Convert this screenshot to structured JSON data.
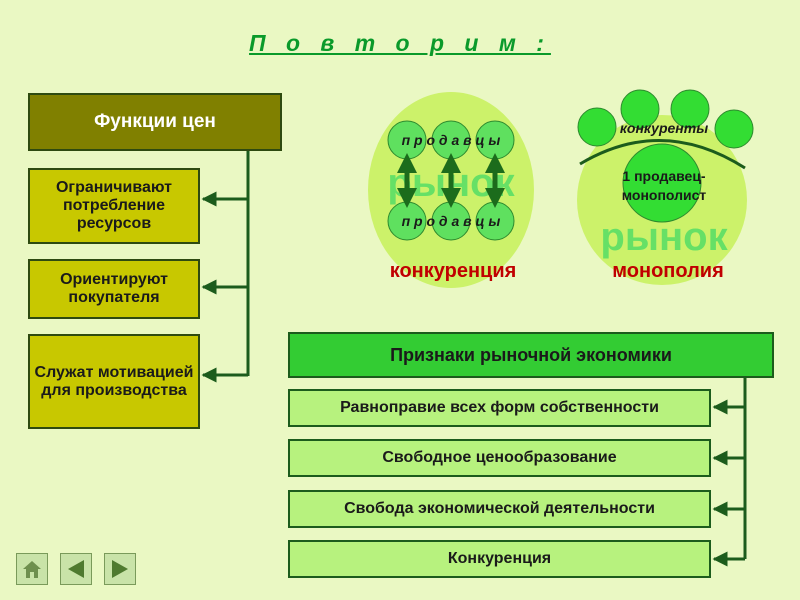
{
  "title": "П о в т о р и м :",
  "functions": {
    "header": "Функции цен",
    "items": [
      "Ограничивают потребление ресурсов",
      "Ориентируют покупателя",
      "Служат мотивацией для производства"
    ]
  },
  "competition": {
    "sellers_top": "п р о д а в ц ы",
    "sellers_bottom": "п р о д а в ц ы",
    "market_word": "рынок",
    "caption": "конкуренция"
  },
  "monopoly": {
    "competitors": "конкуренты",
    "monopolist": "1 продавец-монополист",
    "market_word": "рынок",
    "caption": "монополия"
  },
  "signs": {
    "header": "Признаки рыночной экономики",
    "items": [
      "Равноправие всех форм собственности",
      "Свободное ценообразование",
      "Свобода экономической деятельности",
      "Конкуренция"
    ]
  },
  "colors": {
    "background": "#eaf8c3",
    "title": "#0a9a2a",
    "caption_red": "#c00000"
  },
  "nav": [
    "home-icon",
    "back-arrow-icon",
    "forward-arrow-icon"
  ]
}
